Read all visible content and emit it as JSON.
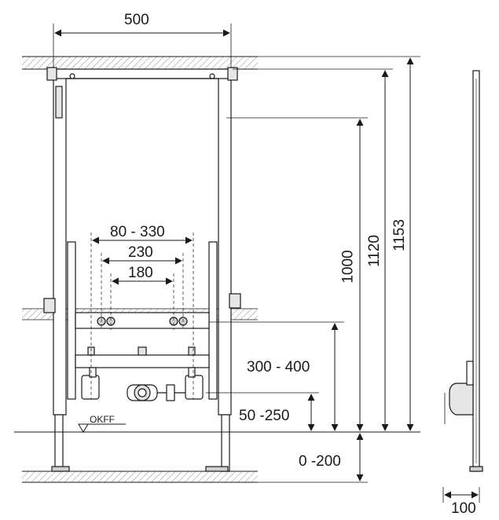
{
  "drawing": {
    "dimensions": {
      "frame_width": "500",
      "height_overall": "1153",
      "height_frame": "1120",
      "height_top_bracket": "1000",
      "spacing_outer": "80 - 330",
      "spacing_mid": "230",
      "spacing_inner": "180",
      "supply_height": "300 - 400",
      "drain_height": "50 -250",
      "foot_extension": "0 -200",
      "depth": "100"
    },
    "floor_marker": "OKFF"
  },
  "colors": {
    "line": "#1a1a1a",
    "hatch": "#8a8a8a",
    "frame_fill": "#ffffff"
  }
}
